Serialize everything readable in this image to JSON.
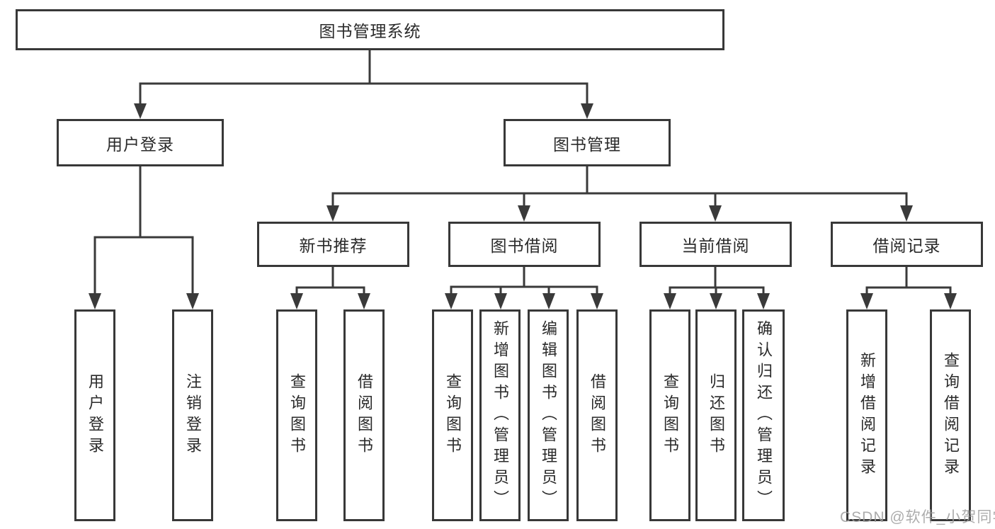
{
  "tree": {
    "root": {
      "label": "图书管理系统"
    },
    "branches": [
      {
        "label": "用户登录",
        "children": [
          {
            "label": "用户登录"
          },
          {
            "label": "注销登录"
          }
        ]
      },
      {
        "label": "图书管理",
        "children": [
          {
            "label": "新书推荐",
            "children": [
              {
                "label": "查询图书"
              },
              {
                "label": "借阅图书"
              }
            ]
          },
          {
            "label": "图书借阅",
            "children": [
              {
                "label": "查询图书"
              },
              {
                "label": "新增图书（管理员）"
              },
              {
                "label": "编辑图书（管理员）"
              },
              {
                "label": "借阅图书"
              }
            ]
          },
          {
            "label": "当前借阅",
            "children": [
              {
                "label": "查询图书"
              },
              {
                "label": "归还图书"
              },
              {
                "label": "确认归还（管理员）"
              }
            ]
          },
          {
            "label": "借阅记录",
            "children": [
              {
                "label": "新增借阅记录"
              },
              {
                "label": "查询借阅记录"
              }
            ]
          }
        ]
      }
    ]
  },
  "watermark": "CSDN @软件_小贺同学",
  "colors": {
    "line": "#3a3a3a",
    "box_border": "#383838",
    "text": "#2a2a2a",
    "watermark": "#9e9e9e",
    "background": "#ffffff"
  }
}
